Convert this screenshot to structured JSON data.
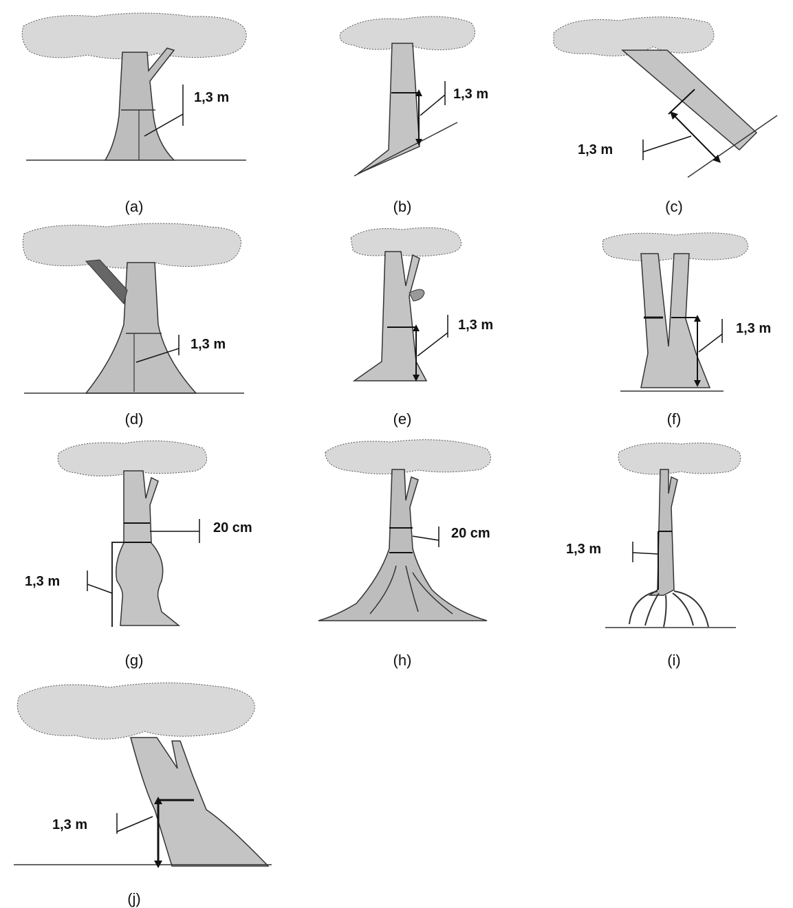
{
  "figure": {
    "panels": [
      {
        "id": "a",
        "caption": "(a)",
        "measure_label": "1,3 m",
        "description_icon": "straight-tree-on-level-ground"
      },
      {
        "id": "b",
        "caption": "(b)",
        "measure_label": "1,3 m",
        "description_icon": "tree-on-slope"
      },
      {
        "id": "c",
        "caption": "(c)",
        "measure_label": "1,3 m",
        "description_icon": "leaning-tree"
      },
      {
        "id": "d",
        "caption": "(d)",
        "measure_label": "1,3 m",
        "description_icon": "tree-with-flared-base"
      },
      {
        "id": "e",
        "caption": "(e)",
        "measure_label": "1,3 m",
        "description_icon": "tree-with-side-stem"
      },
      {
        "id": "f",
        "caption": "(f)",
        "measure_label": "1,3 m",
        "description_icon": "forked-tree"
      },
      {
        "id": "g",
        "caption": "(g)",
        "measure_label": "20 cm",
        "measure_label_2": "1,3 m",
        "description_icon": "tree-with-swelling"
      },
      {
        "id": "h",
        "caption": "(h)",
        "measure_label": "20 cm",
        "description_icon": "tree-with-buttress-roots"
      },
      {
        "id": "i",
        "caption": "(i)",
        "measure_label": "1,3 m",
        "description_icon": "tree-with-stilt-roots"
      },
      {
        "id": "j",
        "caption": "(j)",
        "measure_label": "1,3 m",
        "description_icon": "leaning-forked-tree"
      }
    ]
  }
}
